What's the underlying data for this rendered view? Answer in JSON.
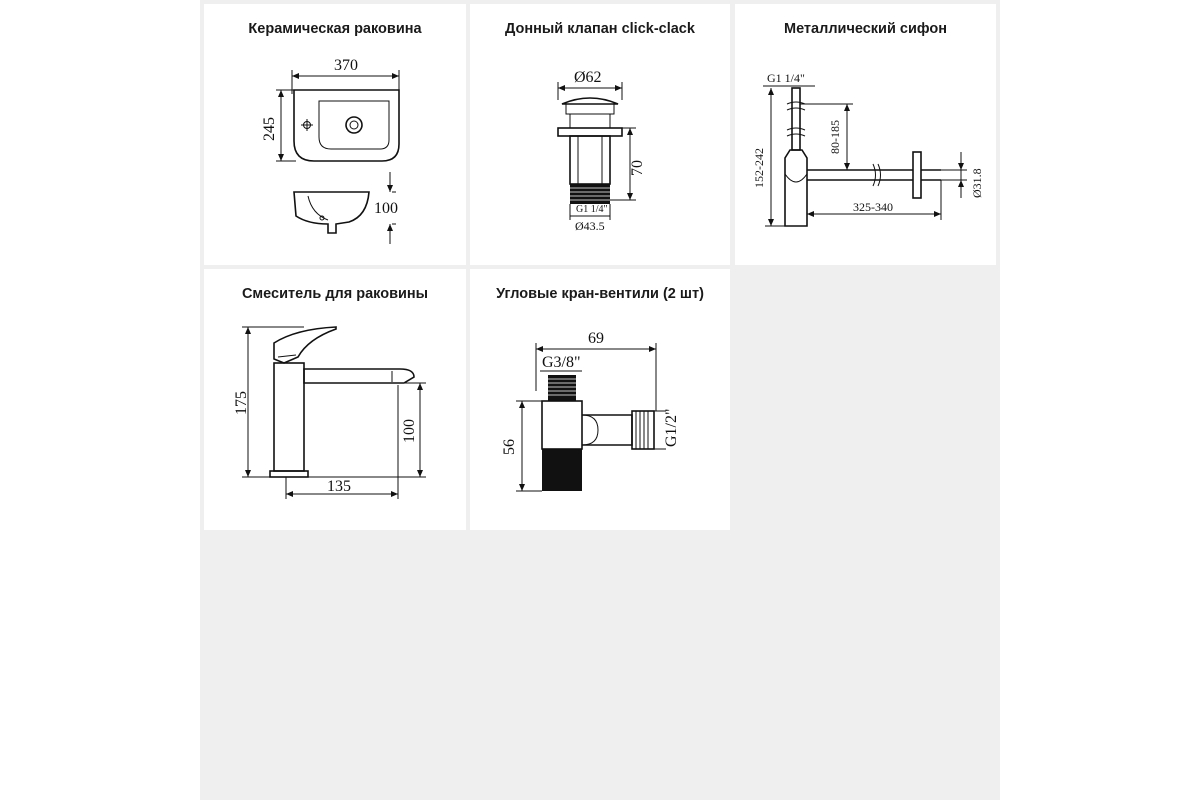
{
  "cards": [
    {
      "title": "Керамическая раковина",
      "dims": {
        "width": "370",
        "depth": "245",
        "height": "100"
      }
    },
    {
      "title": "Донный клапан click-clack",
      "dims": {
        "top_diameter": "Ø62",
        "height": "70",
        "thread": "G1 1/4\"",
        "bottom_diameter": "Ø43.5"
      }
    },
    {
      "title": "Металлический сифон",
      "dims": {
        "thread": "G1 1/4\"",
        "height_range": "152-242",
        "drop_range": "80-185",
        "length_range": "325-340",
        "outlet_diameter": "Ø31.8"
      }
    },
    {
      "title": "Смеситель для раковины",
      "dims": {
        "height": "175",
        "spout_height": "100",
        "spout_reach": "135"
      }
    },
    {
      "title": "Угловые кран-вентили (2 шт)",
      "dims": {
        "length": "69",
        "inlet_thread": "G3/8\"",
        "outlet_thread": "G1/2\"",
        "height": "56"
      }
    }
  ]
}
